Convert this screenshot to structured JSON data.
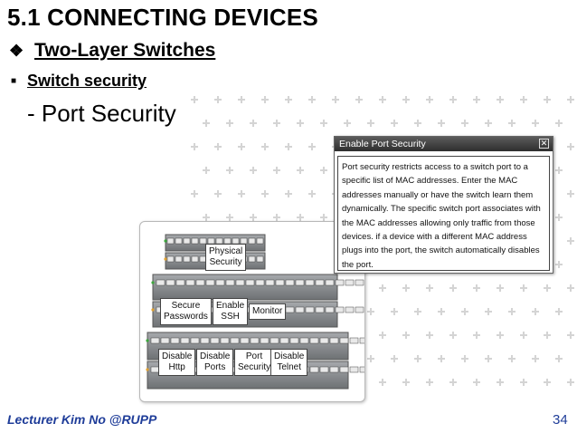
{
  "slide": {
    "title": "5.1 CONNECTING DEVICES",
    "bullet1": {
      "icon": "diamond-bullet-icon",
      "glyph": "❖",
      "text": "Two-Layer Switches"
    },
    "bullet2": {
      "icon": "square-bullet-icon",
      "glyph": "■",
      "text": "Switch security"
    },
    "subtitle": "- Port Security"
  },
  "diagram": {
    "labels": {
      "physical_security": "Physical\nSecurity",
      "secure_passwords": "Secure\nPasswords",
      "enable_ssh": "Enable\nSSH",
      "monitor": "Monitor",
      "disable_http": "Disable\nHttp",
      "disable_ports": "Disable\nPorts",
      "port_security": "Port\nSecurity",
      "disable_telnet": "Disable\nTelnet"
    },
    "colors": {
      "switch_body": "#8a8d90",
      "port_light": "#e9e9e9",
      "led_green": "#3ca63c",
      "led_orange": "#e0a030"
    }
  },
  "popup": {
    "title": "Enable Port Security",
    "close_glyph": "✕",
    "body": "Port security restricts access to a switch port to a specific list of MAC addresses. Enter the MAC addresses manually or have the switch learn them dynamically. The specific switch port associates with the MAC addresses allowing only traffic from those devices. if a device with a different MAC address plugs into the port, the switch automatically disables the port."
  },
  "footer": {
    "lecturer": "Lecturer Kim No @RUPP",
    "page": "34"
  },
  "colors": {
    "footer_text": "#1f3d99",
    "popup_header": "#3a3a3a"
  }
}
